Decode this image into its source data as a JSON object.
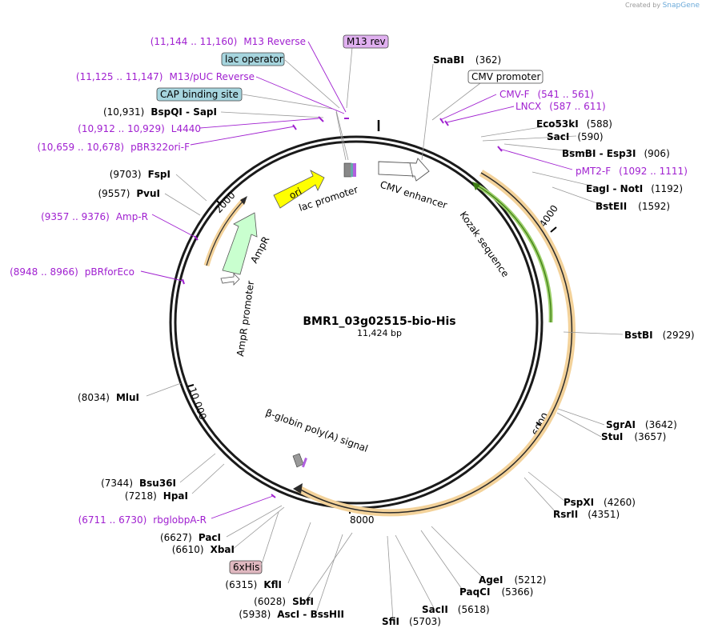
{
  "credit": {
    "prefix": "Created by",
    "brand": "SnapGene"
  },
  "plasmid": {
    "name": "BMR1_03g02515-bio-His",
    "size_label": "11,424 bp",
    "length": 11424
  },
  "ticks": [
    "2000",
    "4000",
    "6000",
    "8000",
    "10,000"
  ],
  "restriction_sites": [
    {
      "name": "SnaBI",
      "pos": "(362)"
    },
    {
      "name": "Eco53kI",
      "pos": "(588)"
    },
    {
      "name": "SacI",
      "pos": "(590)"
    },
    {
      "name": "BsmBI - Esp3I",
      "pos": "(906)"
    },
    {
      "name": "EagI - NotI",
      "pos": "(1192)"
    },
    {
      "name": "BstEII",
      "pos": "(1592)"
    },
    {
      "name": "BstBI",
      "pos": "(2929)"
    },
    {
      "name": "SgrAI",
      "pos": "(3642)"
    },
    {
      "name": "StuI",
      "pos": "(3657)"
    },
    {
      "name": "PspXI",
      "pos": "(4260)"
    },
    {
      "name": "RsrII",
      "pos": "(4351)"
    },
    {
      "name": "AgeI",
      "pos": "(5212)"
    },
    {
      "name": "PaqCI",
      "pos": "(5366)"
    },
    {
      "name": "SacII",
      "pos": "(5618)"
    },
    {
      "name": "SfiI",
      "pos": "(5703)"
    },
    {
      "name": "AscI - BssHII",
      "pos": "(5938)"
    },
    {
      "name": "SbfI",
      "pos": "(6028)"
    },
    {
      "name": "KflI",
      "pos": "(6315)"
    },
    {
      "name": "XbaI",
      "pos": "(6610)"
    },
    {
      "name": "PacI",
      "pos": "(6627)"
    },
    {
      "name": "HpaI",
      "pos": "(7218)"
    },
    {
      "name": "Bsu36I",
      "pos": "(7344)"
    },
    {
      "name": "MluI",
      "pos": "(8034)"
    },
    {
      "name": "PvuI",
      "pos": "(9557)"
    },
    {
      "name": "FspI",
      "pos": "(9703)"
    },
    {
      "name": "BspQI - SapI",
      "pos": "(10,931)"
    }
  ],
  "primers": [
    {
      "range": "(11,144 .. 11,160)",
      "name": "M13 Reverse"
    },
    {
      "range": "(11,125 .. 11,147)",
      "name": "M13/pUC Reverse"
    },
    {
      "range": "(10,912 .. 10,929)",
      "name": "L4440"
    },
    {
      "range": "(10,659 .. 10,678)",
      "name": "pBR322ori-F"
    },
    {
      "range": "(9357 .. 9376)",
      "name": "Amp-R"
    },
    {
      "range": "(8948 .. 8966)",
      "name": "pBRforEco"
    },
    {
      "range": "(541 .. 561)",
      "name": "CMV-F"
    },
    {
      "range": "(587 .. 611)",
      "name": "LNCX"
    },
    {
      "range": "(1092 .. 1111)",
      "name": "pMT2-F"
    },
    {
      "range": "(6711 .. 6730)",
      "name": "rbglobpA-R"
    }
  ],
  "boxed_labels": [
    {
      "text": "M13 rev",
      "fill": "#e0b0f0"
    },
    {
      "text": "lac operator",
      "fill": "#a6d5de"
    },
    {
      "text": "CAP binding site",
      "fill": "#a6d5de"
    },
    {
      "text": "CMV promoter",
      "fill": "#ffffff"
    },
    {
      "text": "6xHis",
      "fill": "#e0b8c0"
    }
  ],
  "feature_labels": [
    "lac promoter",
    "ori",
    "CMV enhancer",
    "Kozak sequence",
    "AmpR",
    "AmpR promoter",
    "β-globin poly(A) signal"
  ],
  "colors": {
    "primer": "#a020d0",
    "orf": "#f0b040",
    "cds_green": "#55a020",
    "ori": "#ffff00",
    "ampr": "#b0ffc0"
  }
}
